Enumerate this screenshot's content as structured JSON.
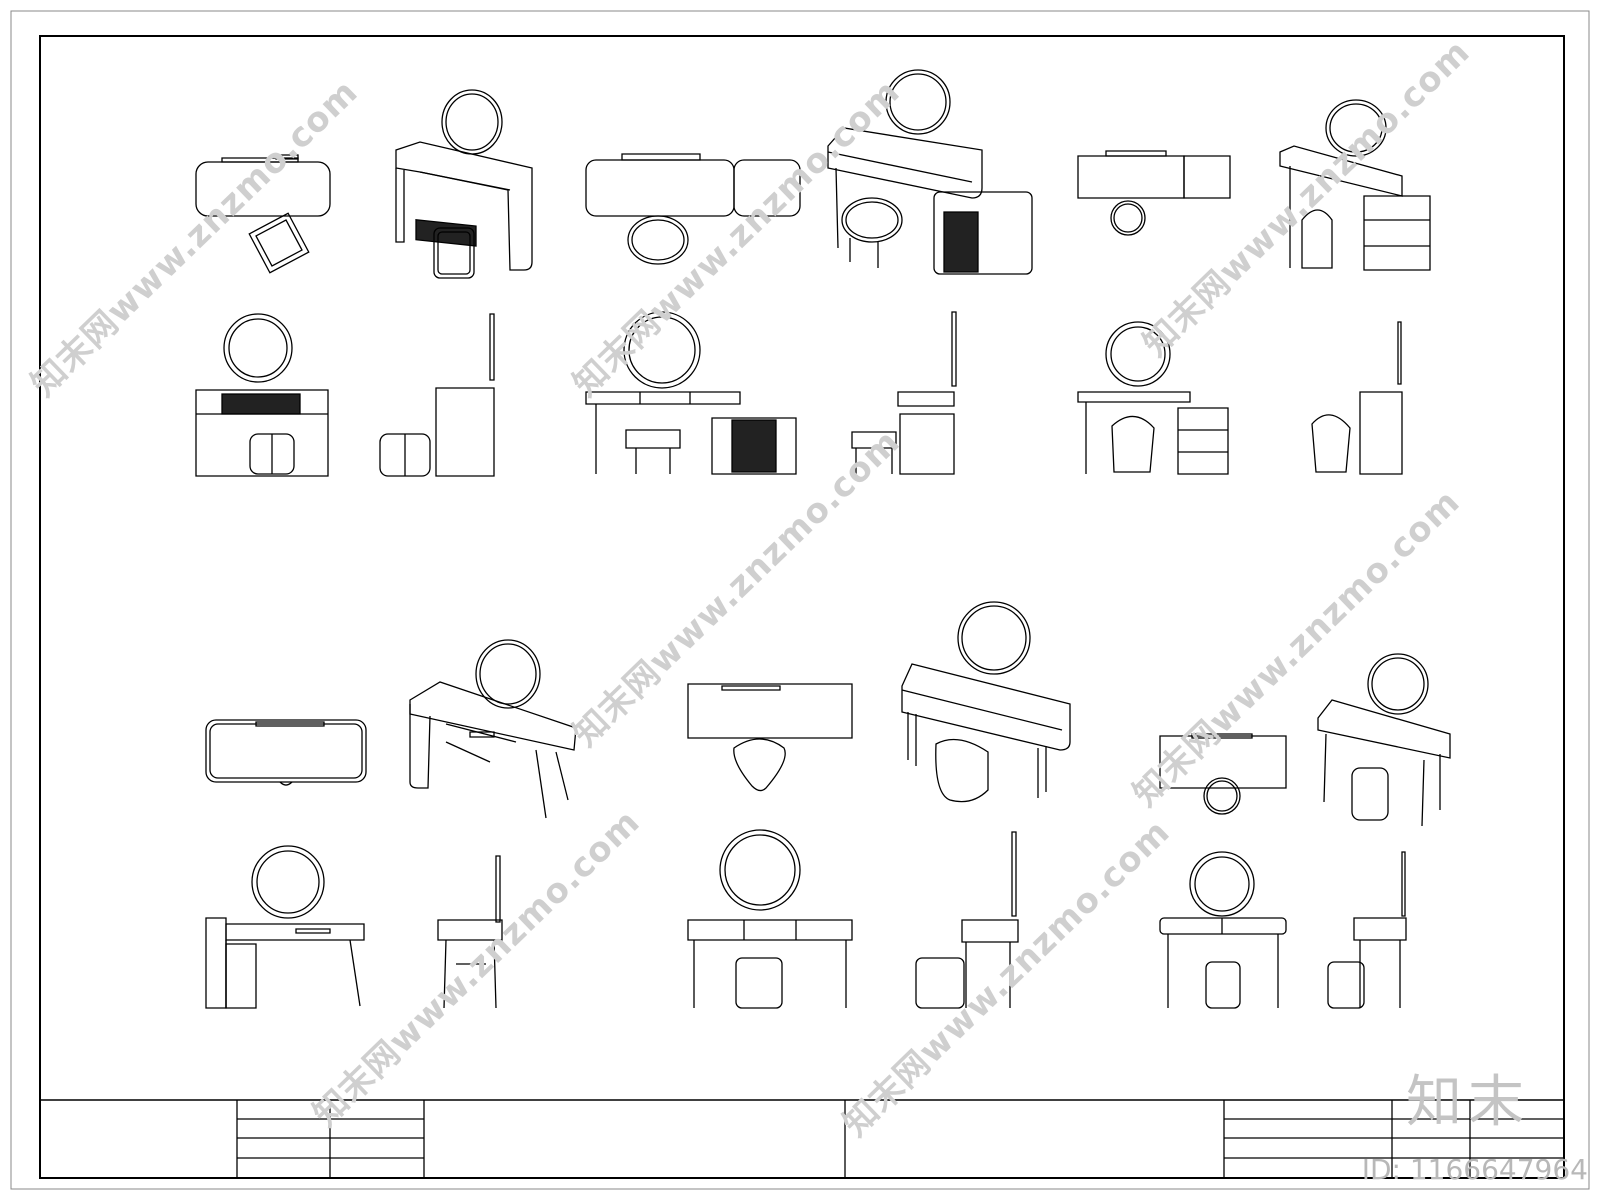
{
  "watermark": {
    "site_text": "知末网www.znzmo.com",
    "logo_text": "知末",
    "id_text": "ID: 1166647964"
  }
}
